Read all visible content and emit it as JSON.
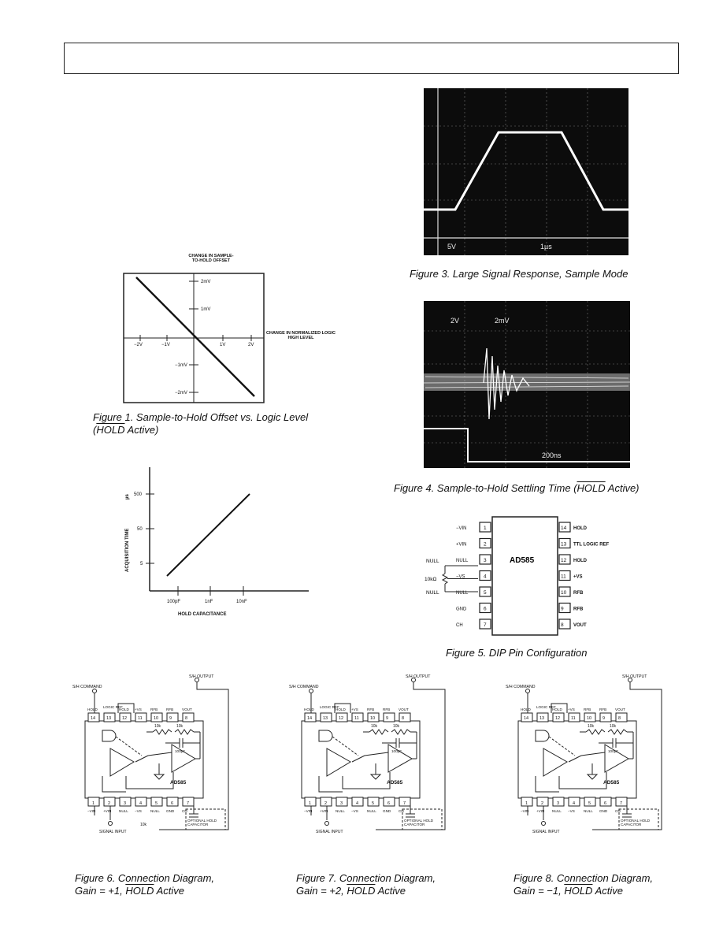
{
  "captions": {
    "fig1_line1": "Figure 1. Sample-to-Hold Offset vs. Logic Level",
    "fig1_line2_pre": "(",
    "fig1_line2_ov": "HOLD",
    "fig1_line2_post": " Active)",
    "fig3": "Figure 3. Large Signal Response, Sample Mode",
    "fig4_pre": "Figure 4. Sample-to-Hold Settling Time (",
    "fig4_ov": "HOLD",
    "fig4_post": " Active)",
    "fig5": "Figure 5. DIP Pin Configuration",
    "fig6_line1": "Figure 6. Connection Diagram,",
    "fig6_line2_pre": "Gain = +1, ",
    "fig6_line2_ov": "HOLD",
    "fig6_line2_post": " Active",
    "fig7_line1": "Figure 7. Connection Diagram,",
    "fig7_line2_pre": "Gain = +2, ",
    "fig7_line2_ov": "HOLD",
    "fig7_line2_post": " Active",
    "fig8_line1": "Figure 8. Connection Diagram,",
    "fig8_line2_pre": "Gain = −1, ",
    "fig8_line2_ov": "HOLD",
    "fig8_line2_post": " Active"
  },
  "fig1": {
    "ylabel": "CHANGE IN SAMPLE-TO-HOLD OFFSET",
    "xlabel": "CHANGE IN NORMALIZED LOGIC HIGH LEVEL",
    "xticks": [
      "−2V",
      "−1V",
      "1V",
      "2V"
    ],
    "yticks": [
      "2mV",
      "1mV",
      "−1mV",
      "−2mV"
    ]
  },
  "fig2": {
    "ylabel": "ACQUISITION TIME",
    "yunit": "µs",
    "xlabel": "HOLD CAPACITANCE",
    "xticks": [
      "100pF",
      "1nF",
      "10nF"
    ],
    "yticks": [
      "500",
      "50",
      "5"
    ]
  },
  "fig3": {
    "label_left": "5V",
    "label_right": "1µs"
  },
  "fig4": {
    "label_a": "2V",
    "label_b": "2mV",
    "label_c": "200ns"
  },
  "fig5": {
    "chip": "AD585",
    "left_pins": [
      {
        "num": "1",
        "label": "−VIN"
      },
      {
        "num": "2",
        "label": "+VIN"
      },
      {
        "num": "3",
        "label": "NULL"
      },
      {
        "num": "4",
        "label": "−VS"
      },
      {
        "num": "5",
        "label": "NULL"
      },
      {
        "num": "6",
        "label": "GND"
      },
      {
        "num": "7",
        "label": "CH"
      }
    ],
    "right_pins": [
      {
        "num": "14",
        "label": "HOLD"
      },
      {
        "num": "13",
        "label": "TTL LOGIC REF"
      },
      {
        "num": "12",
        "label": "HOLD"
      },
      {
        "num": "11",
        "label": "+VS"
      },
      {
        "num": "10",
        "label": "RFB"
      },
      {
        "num": "9",
        "label": "RFB"
      },
      {
        "num": "8",
        "label": "VOUT"
      }
    ],
    "pot": "10kΩ",
    "null_a": "NULL",
    "null_b": "NULL"
  },
  "fig6": {
    "cmd": "S/H COMMAND",
    "out": "S/H OUTPUT",
    "sig": "SIGNAL INPUT",
    "chip": "AD585",
    "top": [
      "HOLD",
      "LOGIC REF",
      "HOLD",
      "+VS",
      "RFB",
      "RFB",
      "VOUT"
    ],
    "top_nums": [
      "14",
      "13",
      "12",
      "11",
      "10",
      "9",
      "8"
    ],
    "bot": [
      "−VIN",
      "+VIN",
      "NULL",
      "−VS",
      "NULL",
      "GND",
      "CH"
    ],
    "bot_nums": [
      "1",
      "2",
      "3",
      "4",
      "5",
      "6",
      "7"
    ],
    "r1": "10k",
    "r2": "10k",
    "cap": "100pF",
    "pot": "10k",
    "opt": "OPTIONAL HOLD CAPACITOR"
  },
  "fig7": {
    "cmd": "S/H COMMAND",
    "out": "S/H OUTPUT",
    "sig": "SIGNAL INPUT",
    "chip": "AD585",
    "top": [
      "HOLD",
      "LOGIC REF",
      "HOLD",
      "+VS",
      "RFB",
      "RFB",
      "VOUT"
    ],
    "top_nums": [
      "14",
      "13",
      "12",
      "11",
      "10",
      "9",
      "8"
    ],
    "bot": [
      "−VIN",
      "+VIN",
      "NULL",
      "−VS",
      "NULL",
      "GND",
      "CH"
    ],
    "bot_nums": [
      "1",
      "2",
      "3",
      "4",
      "5",
      "6",
      "7"
    ],
    "r1": "10k",
    "r2": "10k",
    "cap": "100pF",
    "opt": "OPTIONAL HOLD CAPACITOR"
  },
  "fig8": {
    "cmd": "S/H COMMAND",
    "out": "S/H OUTPUT",
    "sig": "SIGNAL INPUT",
    "chip": "AD585",
    "top": [
      "HOLD",
      "LOGIC REF",
      "HOLD",
      "+VS",
      "RFB",
      "RFB",
      "VOUT"
    ],
    "top_nums": [
      "14",
      "13",
      "12",
      "11",
      "10",
      "9",
      "8"
    ],
    "bot": [
      "−VIN",
      "+VIN",
      "NULL",
      "−VS",
      "NULL",
      "GND",
      "CH"
    ],
    "bot_nums": [
      "1",
      "2",
      "3",
      "4",
      "5",
      "6",
      "7"
    ],
    "r1": "10k",
    "r2": "10k",
    "cap": "100pF",
    "opt": "OPTIONAL HOLD CAPACITOR"
  }
}
